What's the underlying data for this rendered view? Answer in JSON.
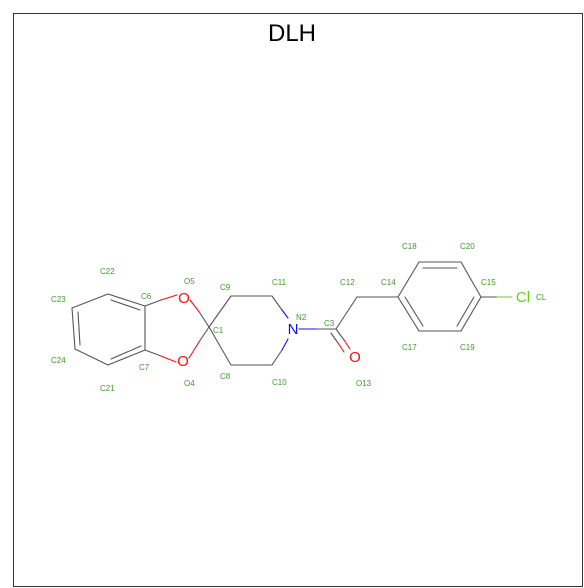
{
  "title": "DLH",
  "colors": {
    "carbon_label": "#3a9a2a",
    "oxygen": "#ff0d0d",
    "nitrogen": "#1010ee",
    "chlorine": "#66cc22",
    "bond": "#555555",
    "frame_border": "#333333"
  },
  "heteroatoms": {
    "O5": "O",
    "O4": "O",
    "N2": "N",
    "O13": "O",
    "CL": "Cl"
  },
  "atom_labels": {
    "C22": "C22",
    "C23": "C23",
    "C24": "C24",
    "C21": "C21",
    "C6": "C6",
    "C7": "C7",
    "O5": "O5",
    "O4": "O4",
    "C1": "C1",
    "C9": "C9",
    "C8": "C8",
    "C11": "C11",
    "C10": "C10",
    "N2": "N2",
    "C3": "C3",
    "O13": "O13",
    "C12": "C12",
    "C14": "C14",
    "C18": "C18",
    "C20": "C20",
    "C15": "C15",
    "C17": "C17",
    "C19": "C19",
    "CL": "CL"
  }
}
